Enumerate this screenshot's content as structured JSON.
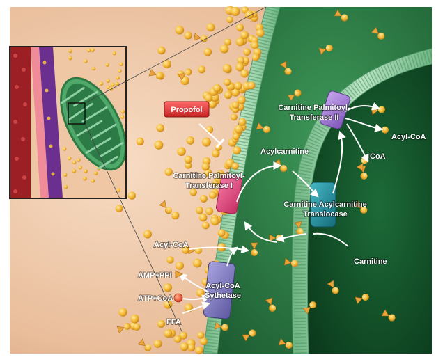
{
  "labels": {
    "propofol": "Propofol",
    "cpt1_line1": "Carnitine Palmitoyl-",
    "cpt1_line2": "Transferase I",
    "cpt2_line1": "Carnitine Palmitoyl-",
    "cpt2_line2": "Transferase II",
    "acylcarnitine": "Acylcarnitine",
    "cact_line1": "Carnitine Acylcarnitine",
    "cact_line2": "Translocase",
    "carnitine": "Carnitine",
    "acyl_coa_matrix": "Acyl-CoA",
    "coa": "CoA",
    "acyl_coa_cyto": "Acyl-CoA",
    "amp_ppi": "AMP+PPI",
    "atp_coa": "ATP+CoA",
    "ffa": "FFA",
    "acs_line1": "Acyl-CoA",
    "acs_line2": "Sythetase"
  },
  "colors": {
    "cytosol": "#f0c9a8",
    "outer_membrane": "#8fc9a0",
    "intermembrane": "#2f7a44",
    "matrix": "#0f4d26",
    "molecule": "#f2b632",
    "cpt1": "#e7457d",
    "cpt2": "#a37bd6",
    "cact": "#1f8fa0",
    "acs": "#8b86c8",
    "propofol": "#e23c3c"
  }
}
